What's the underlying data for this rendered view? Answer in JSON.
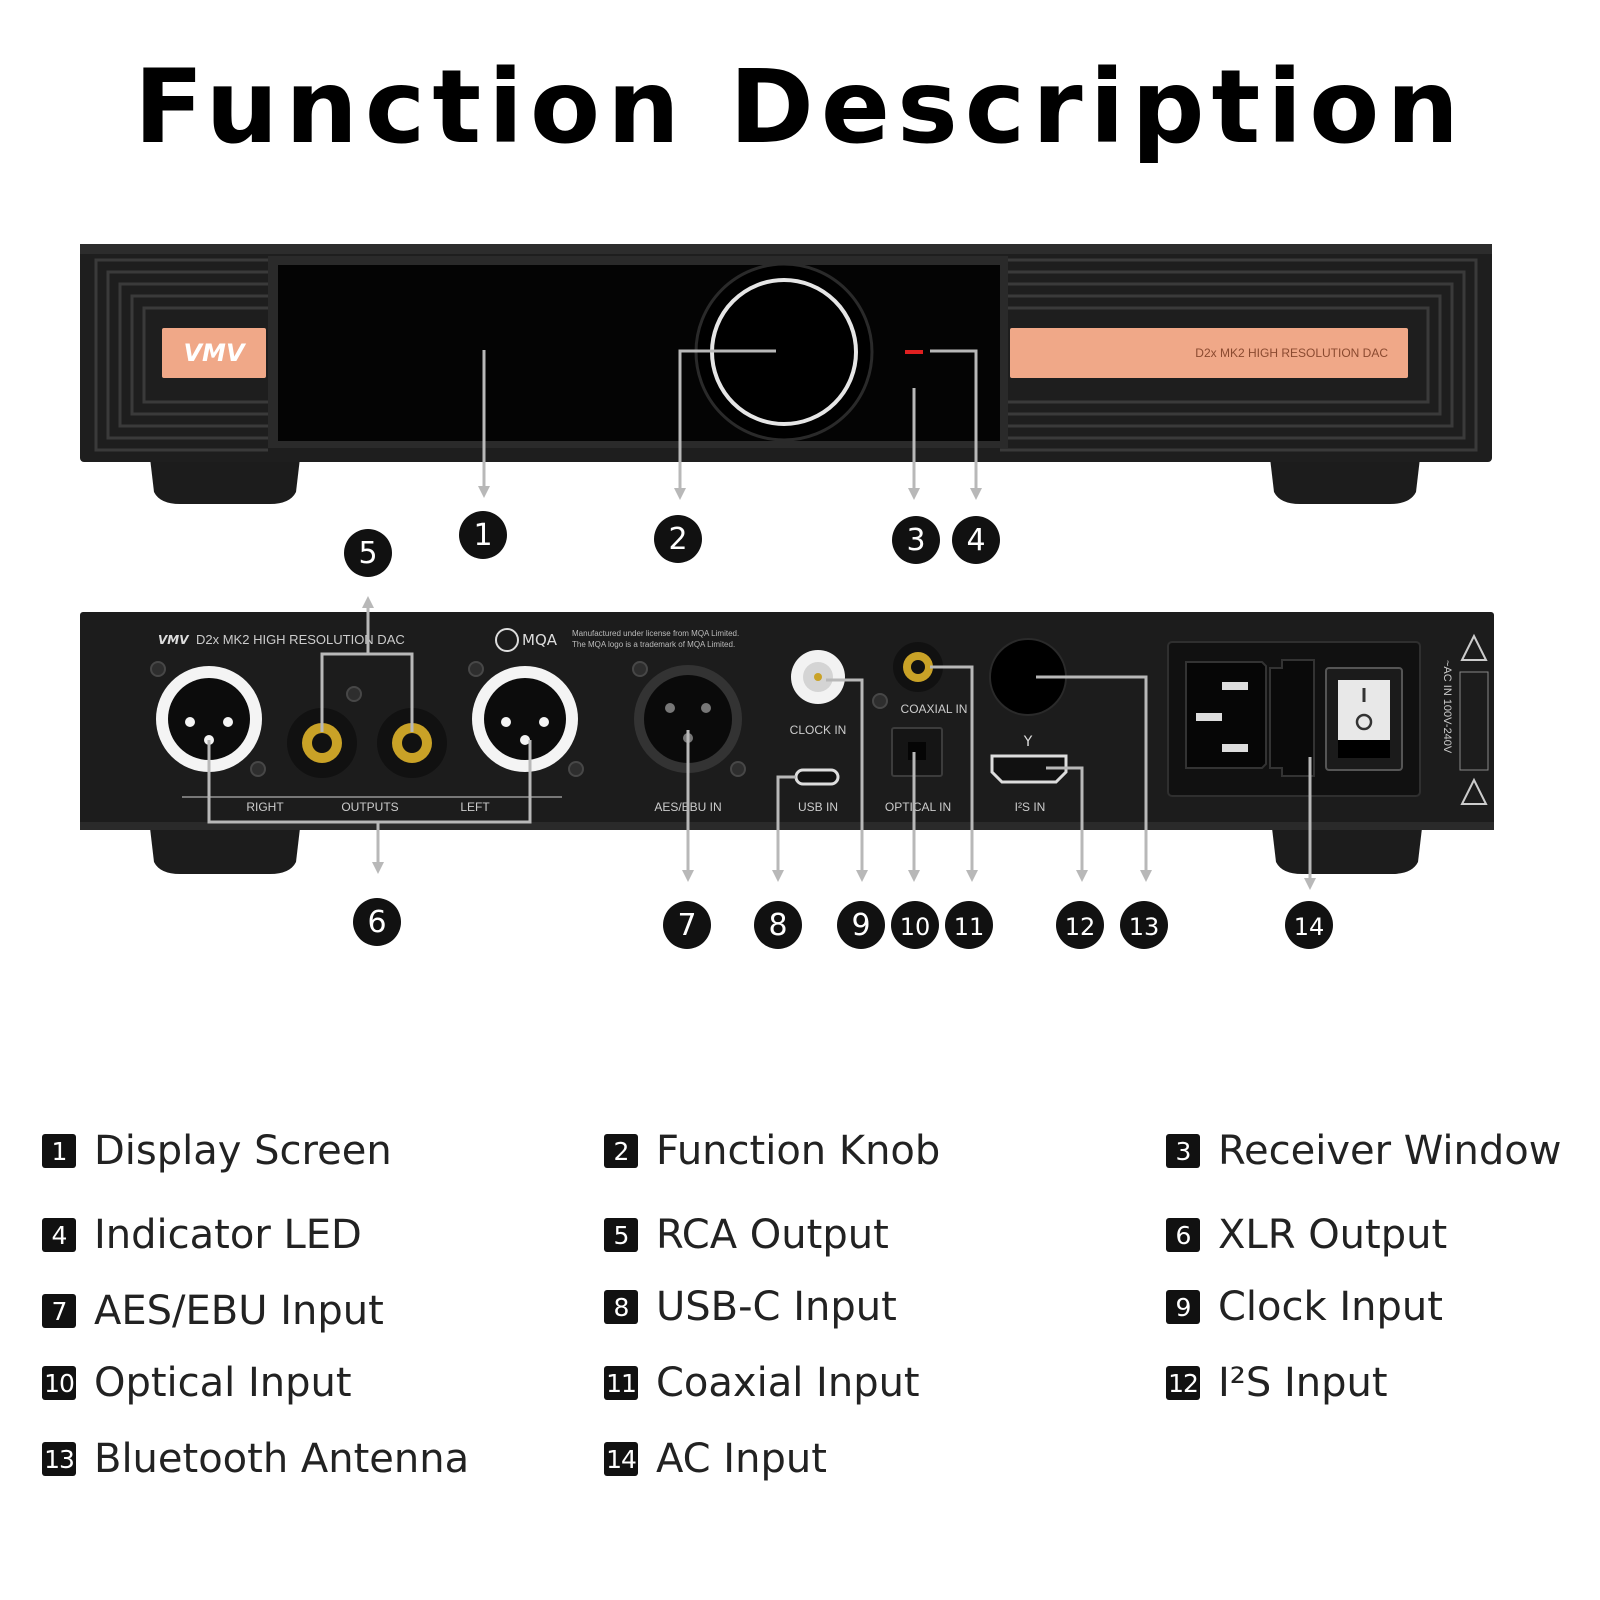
{
  "title": "Function Description",
  "front_panel": {
    "brand_logo": "VMV",
    "model_label": "D2x MK2 HIGH RESOLUTION DAC"
  },
  "rear_panel": {
    "brand_logo": "VMV",
    "model_label": "D2x MK2 HIGH RESOLUTION DAC",
    "mqa_logo": "MQA",
    "mqa_notice_line1": "Manufactured under license from MQA Limited.",
    "mqa_notice_line2": "The MQA logo is a trademark of MQA Limited.",
    "labels": {
      "right": "RIGHT",
      "outputs": "OUTPUTS",
      "left": "LEFT",
      "aes_ebu_in": "AES/EBU IN",
      "clock_in": "CLOCK IN",
      "coaxial_in": "COAXIAL IN",
      "usb_in": "USB IN",
      "optical_in": "OPTICAL IN",
      "i2s_in": "I²S IN",
      "ac_in": "~AC IN 100V-240V"
    }
  },
  "callouts": [
    "1",
    "2",
    "3",
    "4",
    "5",
    "6",
    "7",
    "8",
    "9",
    "10",
    "11",
    "12",
    "13",
    "14"
  ],
  "legend": [
    {
      "num": "1",
      "label": "Display Screen"
    },
    {
      "num": "2",
      "label": "Function Knob"
    },
    {
      "num": "3",
      "label": "Receiver Window"
    },
    {
      "num": "4",
      "label": "Indicator LED"
    },
    {
      "num": "5",
      "label": "RCA Output"
    },
    {
      "num": "6",
      "label": "XLR Output"
    },
    {
      "num": "7",
      "label": "AES/EBU Input"
    },
    {
      "num": "8",
      "label": "USB-C Input"
    },
    {
      "num": "9",
      "label": "Clock Input"
    },
    {
      "num": "10",
      "label": "Optical Input"
    },
    {
      "num": "11",
      "label": "Coaxial Input"
    },
    {
      "num": "12",
      "label": "I²S Input"
    },
    {
      "num": "13",
      "label": "Bluetooth Antenna"
    },
    {
      "num": "14",
      "label": "AC  Input"
    }
  ],
  "colors": {
    "chassis": "#1b1b1b",
    "accent": "#f0a888",
    "led": "#e02020",
    "leader": "#b8b8b8",
    "gold": "#c9a227"
  }
}
